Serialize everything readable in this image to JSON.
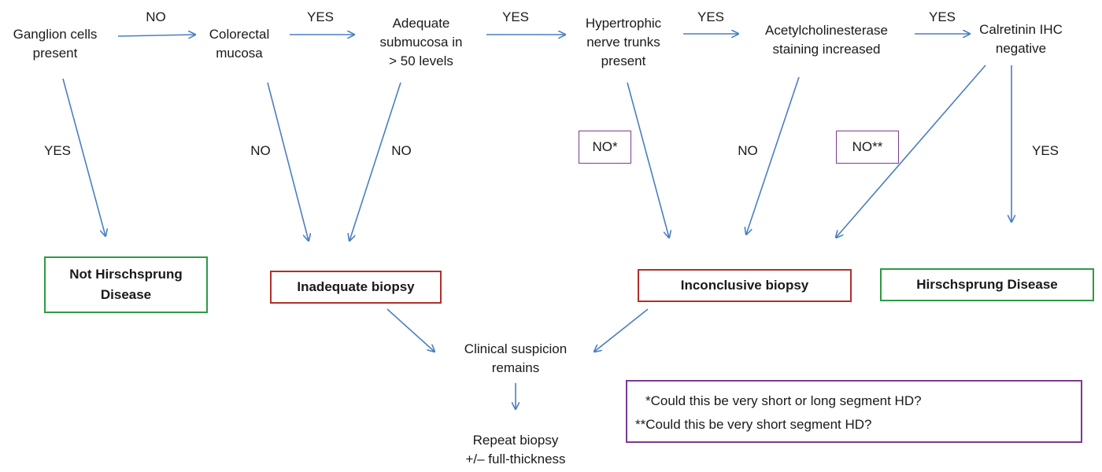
{
  "nodes": {
    "ganglion": "Ganglion cells\npresent",
    "colorectal": "Colorectal\nmucosa",
    "submucosa": "Adequate\nsubmucosa in\n> 50 levels",
    "hypertrophic": "Hypertrophic\nnerve trunks\npresent",
    "ache": "Acetylcholinesterase\nstaining increased",
    "calretinin": "Calretinin IHC\nnegative",
    "suspicion": "Clinical suspicion\nremains",
    "repeat": "Repeat biopsy\n+/– full-thickness"
  },
  "outcomes": {
    "not_hd": "Not Hirschsprung\nDisease",
    "inadequate": "Inadequate biopsy",
    "inconclusive": "Inconclusive biopsy",
    "hd": "Hirschsprung Disease"
  },
  "edges": {
    "ganglion_to_colorectal": "NO",
    "colorectal_to_submucosa": "YES",
    "submucosa_to_hypertrophic": "YES",
    "hypertrophic_to_ache": "YES",
    "ache_to_calretinin": "YES",
    "ganglion_down": "YES",
    "colorectal_down": "NO",
    "submucosa_down": "NO",
    "hypertrophic_down": "NO*",
    "ache_down": "NO",
    "calretinin_no": "NO**",
    "calretinin_yes": "YES"
  },
  "notes": {
    "note1": "*Could this be very short or long segment HD?",
    "note2": "**Could this be very short segment HD?"
  },
  "colors": {
    "arrow": "#4a7fc0",
    "green": "#2e9a44",
    "red": "#b0302a",
    "purple": "#7d3a93"
  }
}
